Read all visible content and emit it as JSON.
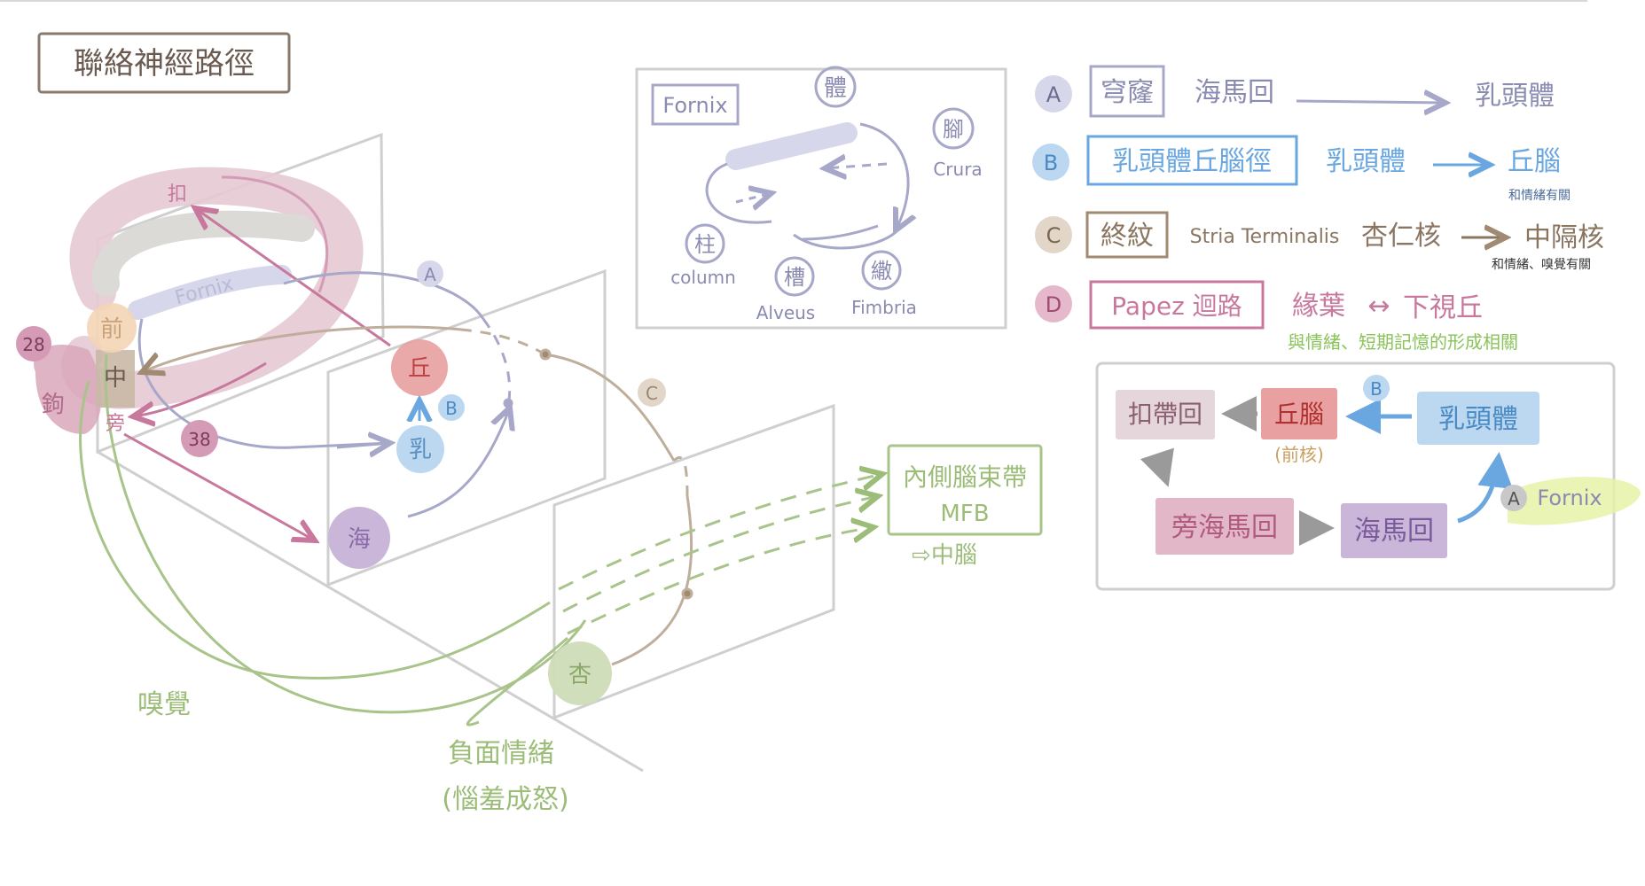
{
  "title": "聯絡神經路徑",
  "colors": {
    "A": "#a7a8c9",
    "B": "#a9cdee",
    "C": "#bfae9c",
    "D": "#d59ab5",
    "green": "#a8c48a",
    "gray": "#c8c8c8",
    "pink_band": "#e4c9d3",
    "thalamus": "#e8a0a0",
    "mammillary": "#bcd8f1",
    "hippo": "#c9b6d9",
    "parahippo": "#e2b7c8",
    "cingulate": "#e5d6dc",
    "amygdala": "#cfdcb8",
    "anterior": "#f3d5b5"
  },
  "brain": {
    "cingulate_label": "扣",
    "fornix_label": "Fornix",
    "anterior_label": "前",
    "middle_label": "中",
    "hook_label": "鉤",
    "para_label": "旁",
    "area28": "28",
    "area38": "38",
    "thalamus_label": "丘",
    "mammillary_label": "乳",
    "hippo_label": "海",
    "amygdala_label": "杏",
    "path_A": "A",
    "path_B": "B",
    "path_C": "C",
    "olfaction": "嗅覺",
    "negative_emotion": "負面情緒",
    "negative_detail": "(惱羞成怒)",
    "mfb_line1": "內側腦束帶",
    "mfb_line2": "MFB",
    "to_midbrain": "⇨中腦"
  },
  "fornix_box": {
    "tag": "Fornix",
    "body": "體",
    "crura_char": "腳",
    "crura": "Crura",
    "column_char": "柱",
    "column": "column",
    "alveus_char": "槽",
    "alveus": "Alveus",
    "fimbria_char": "繖",
    "fimbria": "Fimbria"
  },
  "legend": [
    {
      "key": "A",
      "name": "穹窿",
      "from": "海馬回",
      "arrow": "⟶",
      "to": "乳頭體",
      "note": ""
    },
    {
      "key": "B",
      "name": "乳頭體丘腦徑",
      "from": "乳頭體",
      "arrow": "⟶",
      "to": "丘腦",
      "note": "和情緒有關"
    },
    {
      "key": "C",
      "name": "終紋",
      "sub": "Stria Terminalis",
      "from": "杏仁核",
      "arrow": "⟶",
      "to": "中隔核",
      "note": "和情緒、嗅覺有關"
    },
    {
      "key": "D",
      "name": "Papez 迴路",
      "from": "緣葉",
      "arrow": "↔",
      "to": "下視丘",
      "note": "與情緒、短期記憶的形成相關"
    }
  ],
  "papez": {
    "cingulate": "扣帶回",
    "thalamus": "丘腦",
    "thalamus_sub": "(前核)",
    "mammillary": "乳頭體",
    "parahippo": "旁海馬回",
    "hippo": "海馬回",
    "b_tag": "B",
    "a_tag": "A",
    "fornix": "Fornix"
  }
}
